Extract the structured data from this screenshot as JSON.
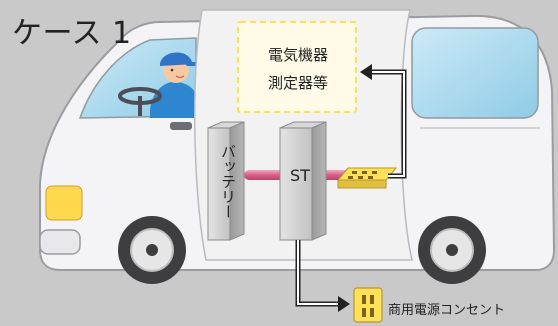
{
  "title": "ケース 1",
  "equipment": {
    "line1": "電気機器",
    "line2": "測定器等"
  },
  "battery_label": "バッテリー",
  "st_label": "ST",
  "outlet_label": "商用電源コンセント",
  "colors": {
    "background": "#c9c9c9",
    "van_body": "#f4f4f6",
    "van_outline": "#9a9ca0",
    "window_blue": "#a9d8ee",
    "interior_panel": "#f2f2f2",
    "equipment_dash": "#ffe24a",
    "equipment_fill": "#fffbe8",
    "cable_pink": "#d95f86",
    "arrow_line": "#333333",
    "outlet_yellow": "#ffe15a",
    "headlight_amber": "#ffd84d",
    "driver_cap": "#2f74c6",
    "driver_shirt": "#2f86d0"
  }
}
